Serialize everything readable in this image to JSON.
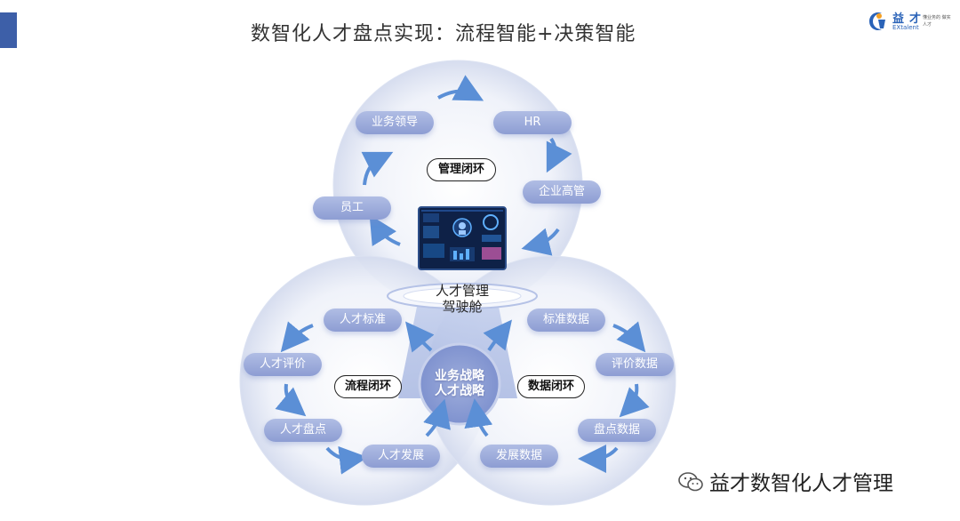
{
  "title": "数智化人才盘点实现：流程智能+决策智能",
  "logo": {
    "brand": "益才",
    "brand_sub": "EXtalent",
    "slogan": "懂业务的 做实人才"
  },
  "cockpit": {
    "line1": "人才管理",
    "line2": "驾驶舱"
  },
  "center": {
    "line1": "业务战略",
    "line2": "人才战略"
  },
  "loops": {
    "management": "管理闭环",
    "process": "流程闭环",
    "data": "数据闭环"
  },
  "management_nodes": [
    "业务领导",
    "HR",
    "企业高管",
    "员工"
  ],
  "process_nodes": [
    "人才标准",
    "人才评价",
    "人才盘点",
    "人才发展"
  ],
  "data_nodes": [
    "标准数据",
    "评价数据",
    "盘点数据",
    "发展数据"
  ],
  "watermark": "益才数智化人才管理",
  "colors": {
    "accent": "#3d5fa8",
    "pill": "#9aa8da",
    "arrow": "#5b8fd6"
  }
}
